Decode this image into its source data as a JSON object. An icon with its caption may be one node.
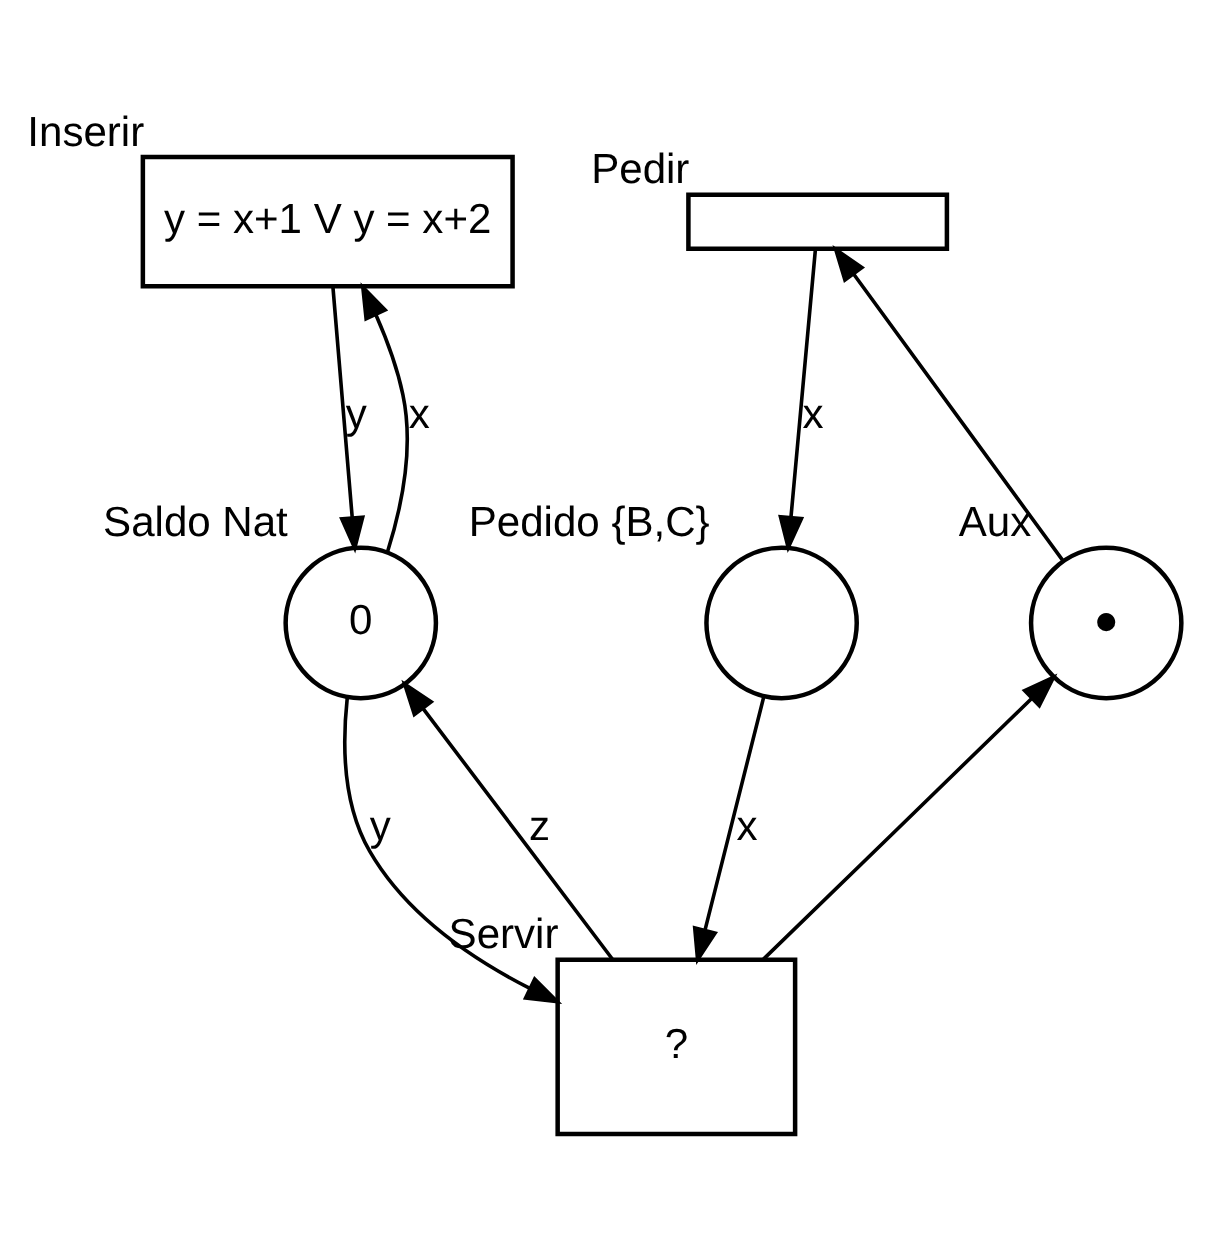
{
  "diagram": {
    "nodes": [
      {
        "text": [
          "y = x+1 V y = x+2"
        ],
        "beside": [
          "Inserir"
        ]
      },
      {
        "text": [],
        "shape": "box",
        "beside": [
          "Pedir"
        ]
      },
      {
        "text": [
          "0"
        ],
        "beside": [
          "Saldo Nat"
        ]
      },
      {
        "text": [],
        "shape": "circle",
        "beside": [
          "Pedido {B,C}"
        ]
      },
      {
        "text": [
          "●"
        ],
        "beside": [
          "Aux"
        ]
      },
      {
        "text": [
          "?"
        ],
        "beside": [
          "Servir"
        ]
      }
    ],
    "edges": [
      {
        "from": 0,
        "to": 2,
        "arrow": "to",
        "label": "y"
      },
      {
        "from": 2,
        "to": 0,
        "arrow": "to",
        "label": "x"
      },
      {
        "from": 1,
        "to": 3,
        "arrow": "to",
        "label": "x"
      },
      {
        "from": 3,
        "to": 5,
        "arrow": "to",
        "label": "x"
      },
      {
        "from": 2,
        "to": 5,
        "arrow": "to",
        "label": "y"
      },
      {
        "from": 5,
        "to": 2,
        "arrow": "to",
        "label": "z"
      },
      {
        "from": 5,
        "to": 4,
        "arrow": "to"
      },
      {
        "from": 4,
        "to": 1,
        "arrow": "to"
      }
    ]
  }
}
